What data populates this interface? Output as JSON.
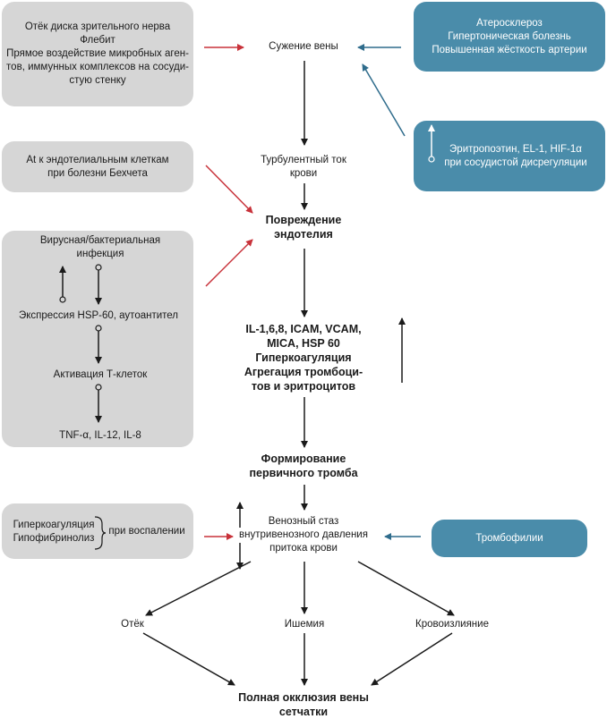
{
  "left_boxes": {
    "box1": "Отёк диска зрительного нерва\nФлебит\nПрямое воздействие микробных аген-\nтов, иммунных комплексов на сосуди-\nстую стенку",
    "box2": "At к эндотелиальным клеткам\nпри болезни Бехчета",
    "box3": {
      "infection": "Вирусная/бактериальная\nинфекция",
      "hsp": "Экспрессия HSP-60, аутоантител",
      "tcell": "Активация Т-клеток",
      "cytokines": "TNF-α, IL-12, IL-8"
    },
    "box4": {
      "items": "Гиперкоагуляция\nГипофибринолиз",
      "note": "при воспалении"
    }
  },
  "right_boxes": {
    "box1": "Атеросклероз\nГипертоническая болезнь\nПовышенная жёсткость артерии",
    "box2": "Эритропоэтин, EL-1, HIF-1α\nпри сосудистой дисрегуляции",
    "box3": "Тромбофилии"
  },
  "center": {
    "narrowing": "Сужение вены",
    "turbulent": "Турбулентный ток\nкрови",
    "damage": "Повреждение\nэндотелия",
    "markers": "IL-1,6,8, ICAM, VCAM,\nMICA, HSP 60\nГиперкоагуляция\nАгрегация тромбоци-\nтов и эритроцитов",
    "thrombus": "Формирование\nпервичного тромба",
    "stasis": "Венозный стаз\nвнутривенозного давления\nпритока крови",
    "edema": "Отёк",
    "ischemia": "Ишемия",
    "hemorrhage": "Кровоизлияние",
    "occlusion": "Полная окклюзия вены\nсетчатки"
  },
  "colors": {
    "red_arrow": "#c8323a",
    "blue_arrow": "#2f6c8c",
    "black_arrow": "#1a1a1a",
    "grey_box": "#d6d6d6",
    "blue_box": "#4a8caa"
  }
}
